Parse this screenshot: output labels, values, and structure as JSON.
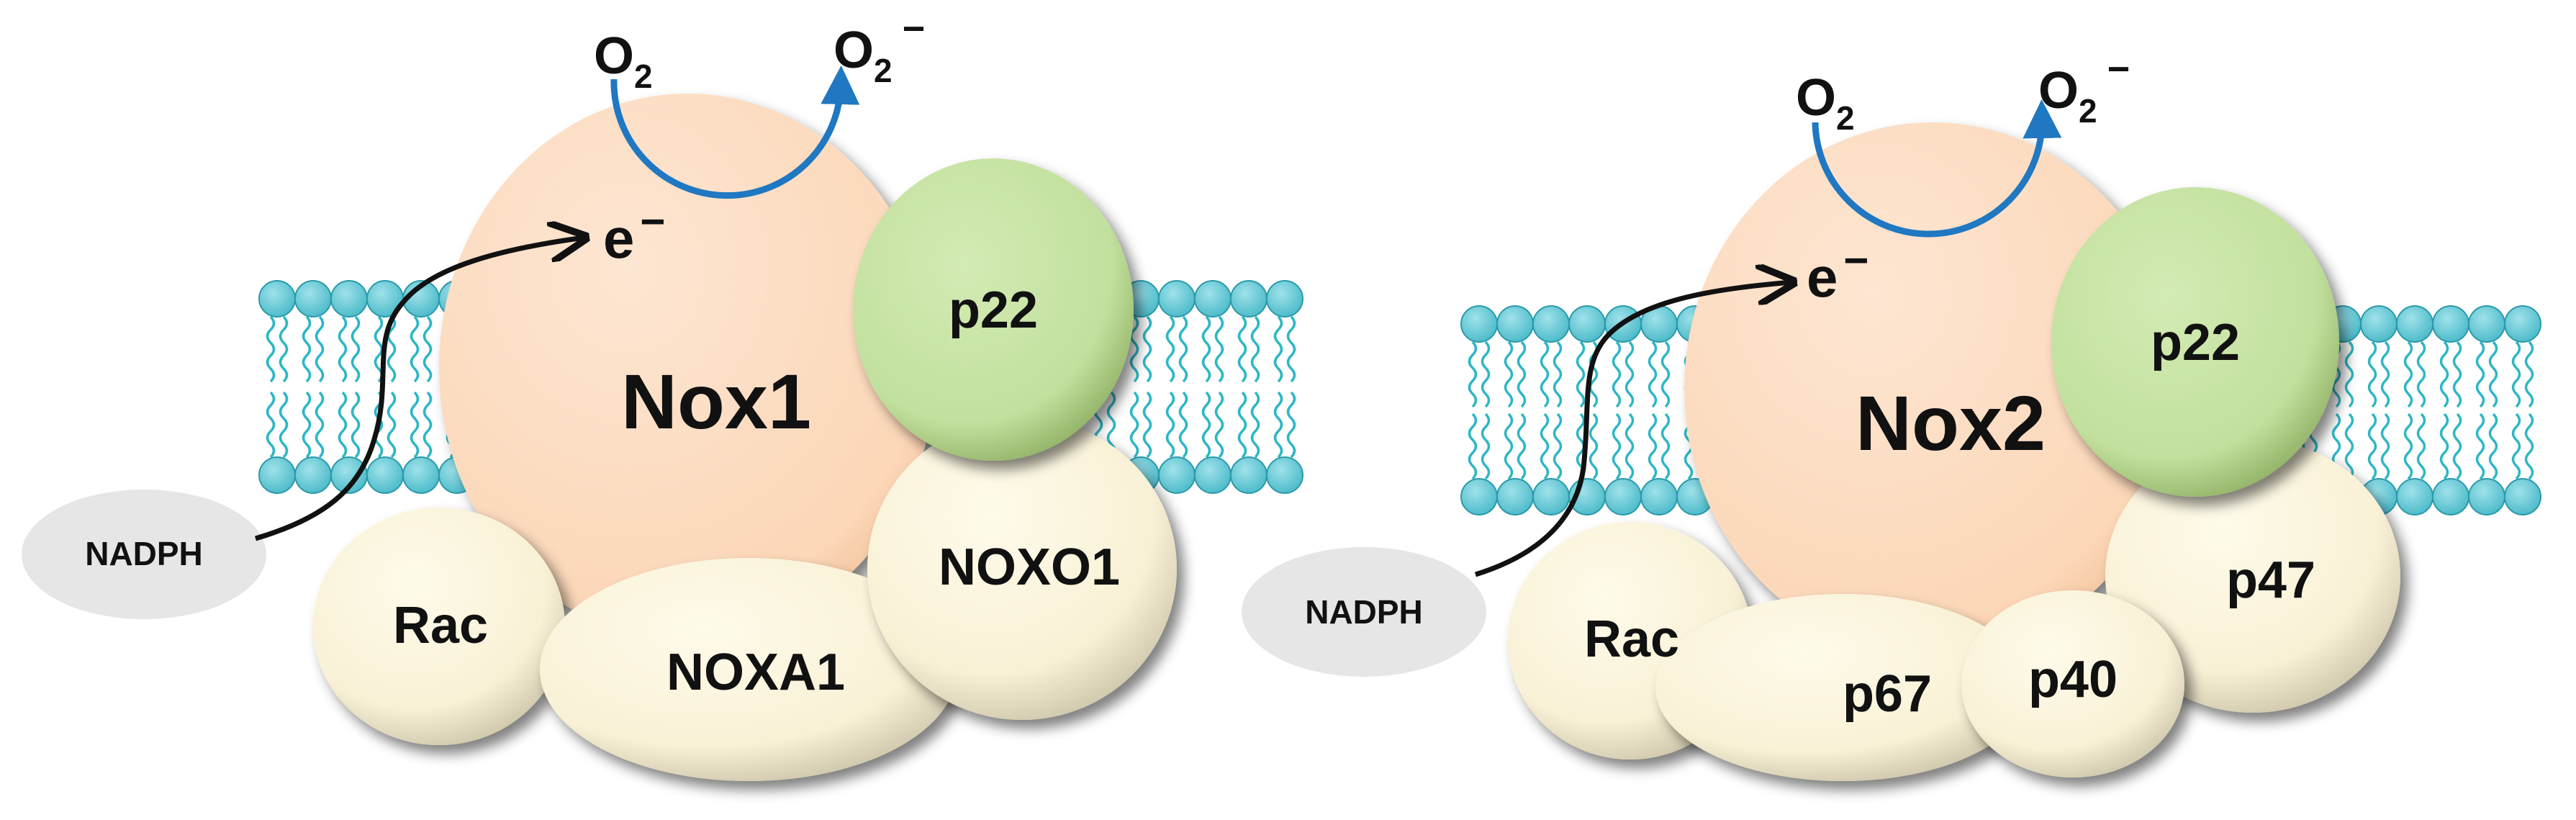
{
  "colors": {
    "membrane": "#6cc9d3",
    "membrane_stroke": "#2a9aaa",
    "tail": "#2db7c6",
    "nox": "#fddcc0",
    "p22": "#c5e2a1",
    "subunit": "#fbf5dc",
    "nadph": "#e6e6e6",
    "arrow_blue": "#1f78c1",
    "arrow_black": "#111111"
  },
  "left": {
    "o2": "O",
    "o2_sub": "2",
    "o2minus": "O",
    "o2minus_sub": "2",
    "o2minus_sup": "−",
    "electron": "e",
    "electron_sup": "−",
    "nox": "Nox1",
    "p22": "p22",
    "rac": "Rac",
    "noxa1": "NOXA1",
    "noxo1": "NOXO1",
    "nadph": "NADPH"
  },
  "right": {
    "o2": "O",
    "o2_sub": "2",
    "o2minus": "O",
    "o2minus_sub": "2",
    "o2minus_sup": "−",
    "electron": "e",
    "electron_sup": "−",
    "nox": "Nox2",
    "p22": "p22",
    "rac": "Rac",
    "p67": "p67",
    "p40": "p40",
    "p47": "p47",
    "nadph": "NADPH"
  }
}
